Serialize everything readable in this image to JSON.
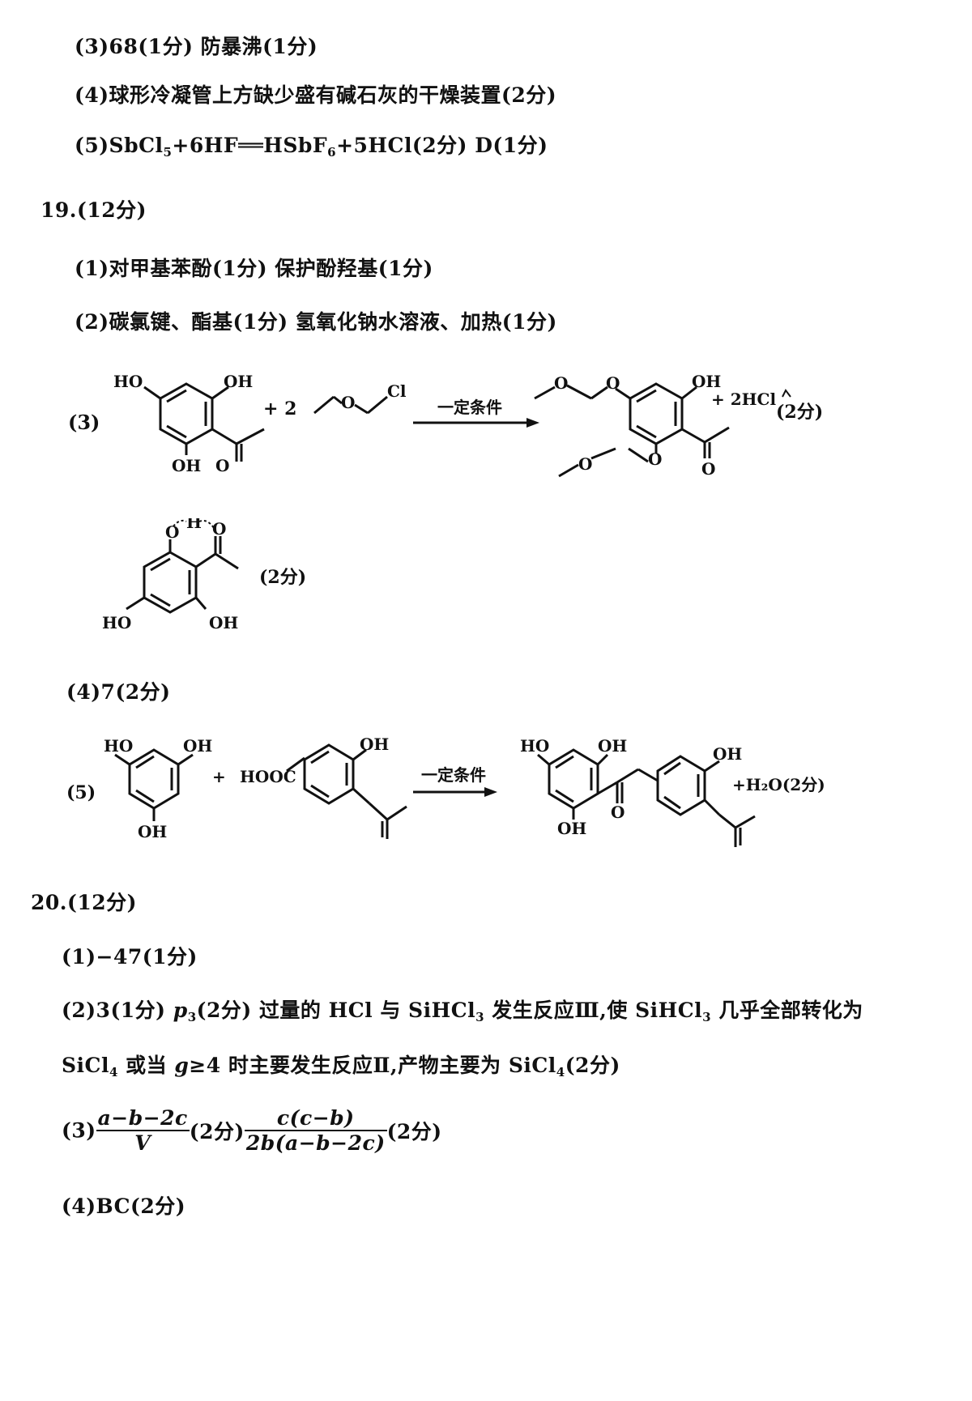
{
  "lines": {
    "q18_3": "(3)68(1分)  防暴沸(1分)",
    "q18_4": "(4)球形冷凝管上方缺少盛有碱石灰的干燥装置(2分)",
    "q18_5_pre": "(5)SbCl",
    "q18_5_sub1": "5",
    "q18_5_mid": "+6HF══HSbF",
    "q18_5_sub2": "6",
    "q18_5_post": "+5HCl(2分)  D(1分)",
    "q19_head": "19.(12分)",
    "q19_1": "(1)对甲基苯酚(1分)  保护酚羟基(1分)",
    "q19_2": "(2)碳氯键、酯基(1分)  氢氧化钠水溶液、加热(1分)",
    "q19_4": "(4)7(2分)",
    "q20_head": "20.(12分)",
    "q20_1": "(1)−47(1分)",
    "q20_2a_pre": "(2)3(1分)  ",
    "q20_2a_p": "p",
    "q20_2a_psub": "3",
    "q20_2a_post": "(2分)  过量的 HCl 与 SiHCl",
    "q20_2a_sub": "3",
    "q20_2a_post2": " 发生反应Ⅲ,使 SiHCl",
    "q20_2a_sub2": "3",
    "q20_2a_post3": " 几乎全部转化为",
    "q20_2b_pre": "SiCl",
    "q20_2b_sub": "4",
    "q20_2b_mid": " 或当 ",
    "q20_2b_g": "g",
    "q20_2b_post": "≥4 时主要发生反应Ⅱ,产物主要为 SiCl",
    "q20_2b_sub2": "4",
    "q20_2b_end": "(2分)",
    "q20_3_pre": "(3)",
    "q20_3_f1_num": "a−b−2c",
    "q20_3_f1_den": "V",
    "q20_3_mid": "(2分)",
    "q20_3_f2_num": "c(c−b)",
    "q20_3_f2_den": "2b(a−b−2c)",
    "q20_3_post": "(2分)",
    "q20_4": "(4)BC(2分)"
  },
  "scheme3": {
    "label": "(3)",
    "coef": "+ 2",
    "condition": "一定条件",
    "product_extra": "+ 2HCl",
    "score": "(2分)",
    "atoms": {
      "oh": "OH",
      "ho": "HO",
      "o": "O",
      "cl": "Cl"
    }
  },
  "scheme3b": {
    "score": "(2分)",
    "atoms": {
      "h": "H",
      "o": "O",
      "ho": "HO",
      "oh": "OH"
    }
  },
  "scheme5": {
    "label": "(5)",
    "plus": "+",
    "reagent": "HOOC",
    "condition": "一定条件",
    "product_extra": "+H₂O(2分)",
    "atoms": {
      "oh": "OH",
      "ho": "HO",
      "o": "O"
    }
  }
}
